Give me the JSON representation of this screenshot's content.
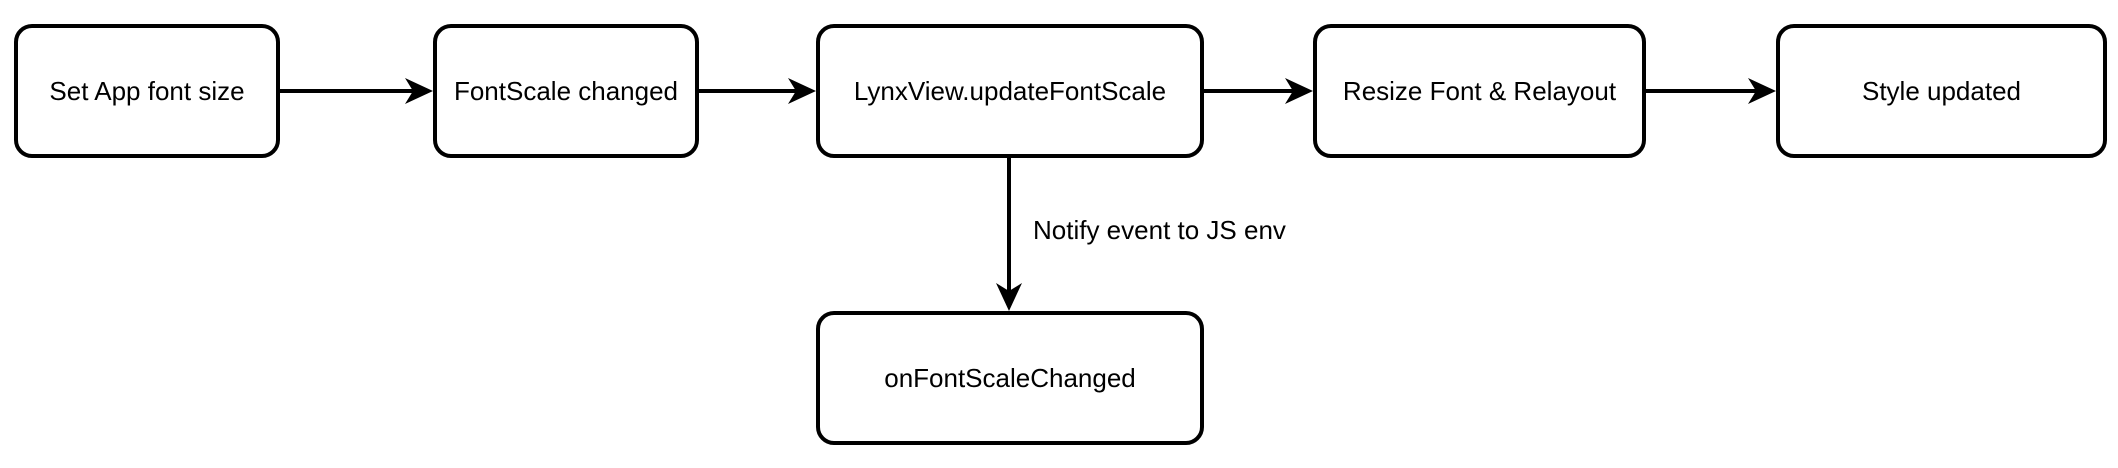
{
  "diagram": {
    "nodes": [
      {
        "id": "set-app-font-size",
        "label": "Set App font size"
      },
      {
        "id": "fontscale-changed",
        "label": "FontScale changed"
      },
      {
        "id": "lynxview-updatefontscale",
        "label": "LynxView.updateFontScale"
      },
      {
        "id": "resize-font-relayout",
        "label": "Resize Font & Relayout"
      },
      {
        "id": "style-updated",
        "label": "Style updated"
      },
      {
        "id": "onfontscalechanged",
        "label": "onFontScaleChanged"
      }
    ],
    "edges": [
      {
        "from": "set-app-font-size",
        "to": "fontscale-changed",
        "label": ""
      },
      {
        "from": "fontscale-changed",
        "to": "lynxview-updatefontscale",
        "label": ""
      },
      {
        "from": "lynxview-updatefontscale",
        "to": "resize-font-relayout",
        "label": ""
      },
      {
        "from": "resize-font-relayout",
        "to": "style-updated",
        "label": ""
      },
      {
        "from": "lynxview-updatefontscale",
        "to": "onfontscalechanged",
        "label": "Notify event to JS env"
      }
    ],
    "colors": {
      "stroke": "#000000",
      "fill": "#ffffff",
      "text": "#000000"
    }
  }
}
